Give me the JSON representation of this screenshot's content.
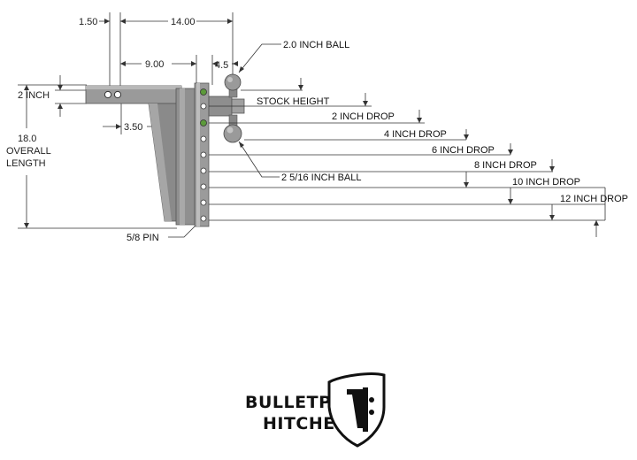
{
  "dimensions": {
    "d1_50": "1.50",
    "d14_00": "14.00",
    "d9_00": "9.00",
    "d4_5": "4.5",
    "d2_inch": "2 INCH",
    "d3_50": "3.50",
    "overall_line1": "18.0",
    "overall_line2": "OVERALL",
    "overall_line3": "LENGTH",
    "pin": "5/8 PIN"
  },
  "callouts": {
    "ball_2": "2.0 INCH BALL",
    "ball_2_5_16": "2 5/16 INCH BALL"
  },
  "drops": [
    "STOCK HEIGHT",
    "2 INCH DROP",
    "4 INCH DROP",
    "6 INCH DROP",
    "8 INCH DROP",
    "10 INCH DROP",
    "12 INCH DROP"
  ],
  "logo": {
    "line1": "BULLETPROOF",
    "line2": "HITCHES"
  },
  "colors": {
    "metal": "#8f8f8f",
    "metal_dark": "#6e6e6e",
    "metal_light": "#b5b5b5",
    "hole_green": "#5c9a3a",
    "line": "#333333"
  }
}
